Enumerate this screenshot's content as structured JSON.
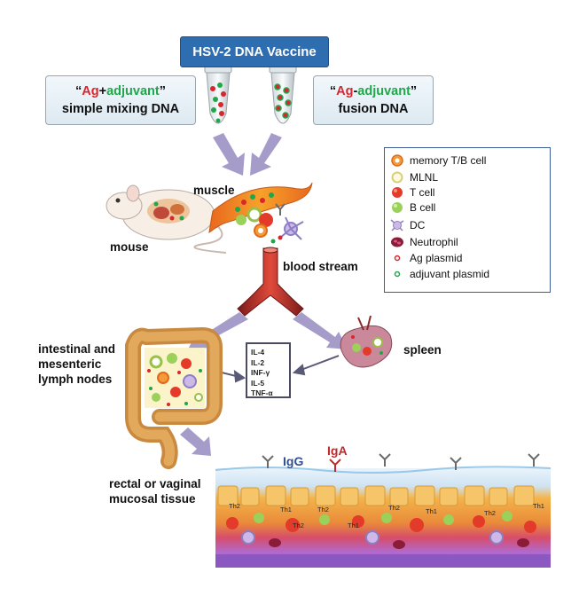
{
  "title": "HSV-2 DNA Vaccine",
  "left_box": {
    "open_quote": "“",
    "ag": "Ag",
    "sep": "+",
    "adjuvant": "adjuvant",
    "close_quote": "”",
    "subtitle": "simple mixing DNA"
  },
  "right_box": {
    "open_quote": "“",
    "ag": "Ag",
    "sep": "-",
    "adjuvant": "adjuvant",
    "close_quote": "”",
    "subtitle": "fusion DNA"
  },
  "labels": {
    "muscle": "muscle",
    "mouse": "mouse",
    "blood_stream": "blood stream",
    "intestinal_l1": "intestinal and",
    "intestinal_l2": "mesenteric",
    "intestinal_l3": "lymph nodes",
    "spleen": "spleen",
    "mucosal_l1": "rectal or vaginal",
    "mucosal_l2": "mucosal tissue",
    "igg": "IgG",
    "iga": "IgA"
  },
  "cytokines": [
    "IL-4",
    "IL-2",
    "INF-γ",
    "IL-5",
    "TNF-α"
  ],
  "th_labels": [
    "Th2",
    "Th1",
    "Th2",
    "Th2",
    "Th1",
    "Th2",
    "Th1",
    "Th2",
    "Th1"
  ],
  "legend": [
    {
      "icon": "memory-cell-icon",
      "label": "memory T/B cell"
    },
    {
      "icon": "mlnl-icon",
      "label": "MLNL"
    },
    {
      "icon": "t-cell-icon",
      "label": "T cell"
    },
    {
      "icon": "b-cell-icon",
      "label": "B cell"
    },
    {
      "icon": "dc-icon",
      "label": "DC"
    },
    {
      "icon": "neutrophil-icon",
      "label": "Neutrophil"
    },
    {
      "icon": "ag-plasmid-icon",
      "label": "Ag plasmid"
    },
    {
      "icon": "adjuvant-plasmid-icon",
      "label": "adjuvant plasmid"
    }
  ],
  "colors": {
    "title_bg": "#2e6db0",
    "ag_red": "#d8272c",
    "adjuvant_green": "#22a64b",
    "arrow": "#a59cc9",
    "legend_border": "#3d5c98",
    "igg_blue": "#2f4f8f",
    "iga_red": "#c0282c"
  }
}
